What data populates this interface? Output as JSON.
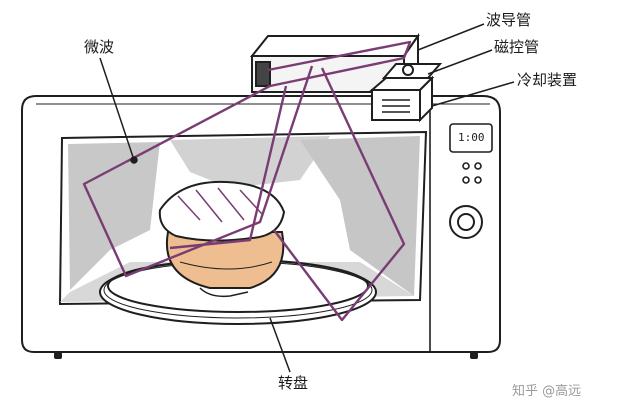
{
  "labels": {
    "microwave_wave": "微波",
    "waveguide": "波导管",
    "magnetron": "磁控管",
    "cooling_device": "冷却装置",
    "turntable": "转盘"
  },
  "display": {
    "clock": "1:00"
  },
  "watermark": "知乎 @高远",
  "colors": {
    "wave_path": "#7a3d73",
    "cavity_shadow": "#c8c8c8",
    "food": "#efbe90",
    "outline": "#1f1f1f"
  }
}
